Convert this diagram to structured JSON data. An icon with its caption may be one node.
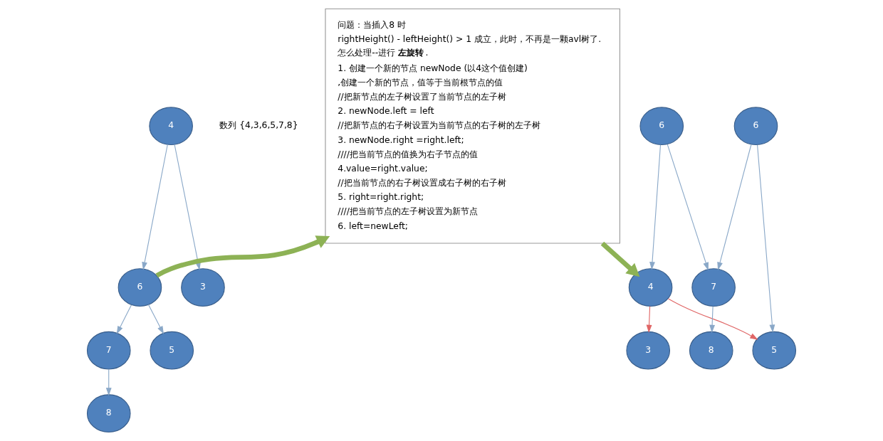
{
  "diagram": {
    "nodes": [
      {
        "text": [
          "4"
        ]
      },
      {
        "text": [
          "3"
        ]
      },
      {
        "text": [
          "6"
        ]
      },
      {
        "text": [
          "5"
        ]
      },
      {
        "text": [
          "7"
        ]
      },
      {
        "text": [
          "8"
        ]
      },
      {
        "text": [
          "问题：当插入8 时",
          "rightHeight() - leftHeight() > 1 成立，此时，不再是一颗avl树了.",
          "怎么处理--进行**左旋转**.",
          "1. 创建一个新的节点 newNode (以4这个值创建)",
          ",创建一个新的节点，值等于当前根节点的值",
          "//把新节点的左子树设置了当前节点的左子树",
          "2. newNode.left = left",
          "//把新节点的右子树设置为当前节点的右子树的左子树",
          "3. newNode.right =right.left;",
          "////把当前节点的值换为右子节点的值",
          "4.value=right.value;",
          "//把当前节点的右子树设置成右子树的右子树",
          "5. right=right.right;",
          "////把当前节点的左子树设置为新节点",
          "6. left=newLeft;"
        ]
      },
      {
        "text": [
          "6"
        ]
      },
      {
        "text": [
          "4"
        ]
      },
      {
        "text": [
          "6"
        ]
      },
      {
        "text": [
          "3"
        ]
      },
      {
        "text": [
          "5"
        ]
      },
      {
        "text": [
          "7"
        ]
      },
      {
        "text": [
          "8"
        ]
      }
    ],
    "edges": [
      {
        "from": 0,
        "to": 1,
        "arrow": "to"
      },
      {
        "from": 0,
        "to": 2,
        "arrow": "to"
      },
      {
        "from": 2,
        "to": 3,
        "arrow": "to"
      },
      {
        "from": 2,
        "to": 4,
        "arrow": "to"
      },
      {
        "from": 4,
        "to": 5,
        "arrow": "to"
      },
      {
        "from": 2,
        "to": 6,
        "arrow": "to",
        "style": "thick",
        "color": "#8db255"
      },
      {
        "from": 6,
        "to": 8,
        "arrow": "to",
        "style": "thick",
        "color": "#8db255"
      },
      {
        "from": 7,
        "to": 8,
        "arrow": "to"
      },
      {
        "from": 7,
        "to": 12,
        "arrow": "to"
      },
      {
        "from": 8,
        "to": 10,
        "arrow": "to",
        "color": "#e06666"
      },
      {
        "from": 8,
        "to": 11,
        "arrow": "to",
        "color": "#e06666"
      },
      {
        "from": 9,
        "to": 11,
        "arrow": "to"
      },
      {
        "from": 9,
        "to": 12,
        "arrow": "to"
      },
      {
        "from": 12,
        "to": 13,
        "arrow": "to"
      }
    ],
    "labels": [
      "数列 {4,3,6,5,7,8}"
    ]
  }
}
